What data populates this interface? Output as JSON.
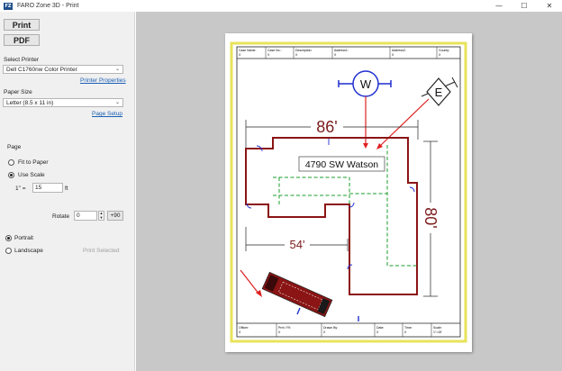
{
  "window": {
    "title": "FARO Zone 3D - Print",
    "icon_text": "FZ",
    "minimize": "—",
    "maximize": "☐",
    "close": "✕"
  },
  "actions": {
    "print": "Print",
    "pdf": "PDF"
  },
  "printer": {
    "label": "Select Printer",
    "selected": "Dell C1760nw Color Printer",
    "properties_link": "Printer Properties"
  },
  "paper": {
    "label": "Paper Size",
    "selected": "Letter (8.5 x 11 in)",
    "setup_link": "Page Setup"
  },
  "page": {
    "label": "Page",
    "fit_label": "Fit to Paper",
    "scale_label": "Use Scale",
    "scale_prefix": "1\" =",
    "scale_value": "15",
    "scale_unit": "ft",
    "rotate_label": "Rotate",
    "rotate_value": "0",
    "rotate_button": "+90",
    "portrait_label": "Portrait",
    "landscape_label": "Landscape",
    "print_selected": "Print Selected"
  },
  "sheet": {
    "header": [
      {
        "label": "Case Name:",
        "value": "X"
      },
      {
        "label": "Case No.:",
        "value": "X"
      },
      {
        "label": "Description:",
        "value": "X"
      },
      {
        "label": "Address1:",
        "value": "X"
      },
      {
        "label": "Address2:",
        "value": "X"
      },
      {
        "label": "County:",
        "value": "X"
      }
    ],
    "footer": [
      {
        "label": "Officer:",
        "value": "X"
      },
      {
        "label": "Prnt / Fil:",
        "value": "X"
      },
      {
        "label": "Drawn By:",
        "value": "X"
      },
      {
        "label": "Date:",
        "value": "X"
      },
      {
        "label": "Time:",
        "value": "X"
      },
      {
        "label": "Scale:",
        "value": "1\"=15'"
      }
    ],
    "dimension_top": "86'",
    "dimension_bottom": "54'",
    "dimension_side": "80'",
    "address": "4790 SW Watson",
    "compass_w": "W",
    "compass_e": "E"
  }
}
